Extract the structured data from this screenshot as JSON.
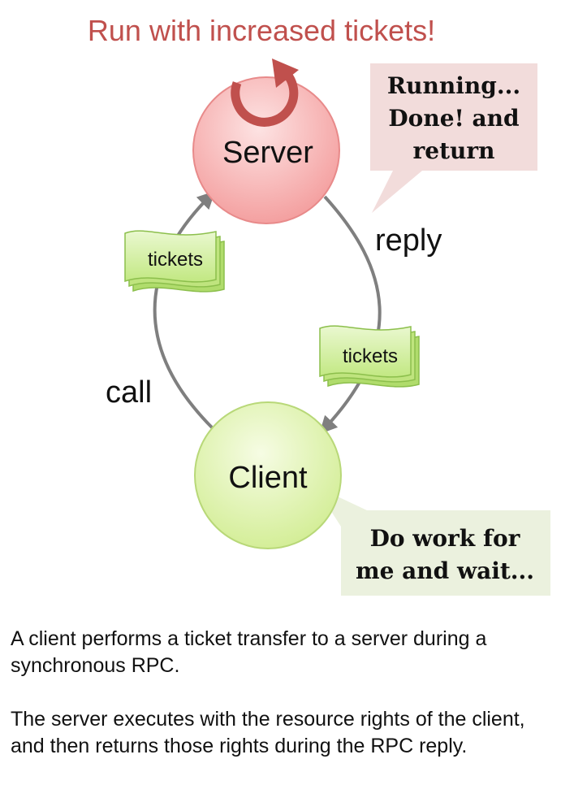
{
  "title": "Run with increased tickets!",
  "nodes": {
    "server": "Server",
    "client": "Client"
  },
  "edges": {
    "call": "call",
    "reply": "reply"
  },
  "tickets": {
    "left": "tickets",
    "right": "tickets"
  },
  "callouts": {
    "server": [
      "Running...",
      "Done! and",
      "return"
    ],
    "client": [
      "Do work for",
      "me and wait..."
    ]
  },
  "caption": {
    "paragraph1": "A client performs a ticket transfer to a server during a synchronous RPC.",
    "paragraph2": "The server executes with the resource rights of the client, and then returns those rights during the RPC reply."
  },
  "colors": {
    "title": "#c0504d",
    "server_fill": "#f4a0a0",
    "client_fill": "#d8f0a0",
    "ticket_fill": "#c8ec8c",
    "arrow": "#7f7f7f",
    "rotate_icon": "#c0504d",
    "server_callout": "#f2dcdb",
    "client_callout": "#ebf1de"
  }
}
